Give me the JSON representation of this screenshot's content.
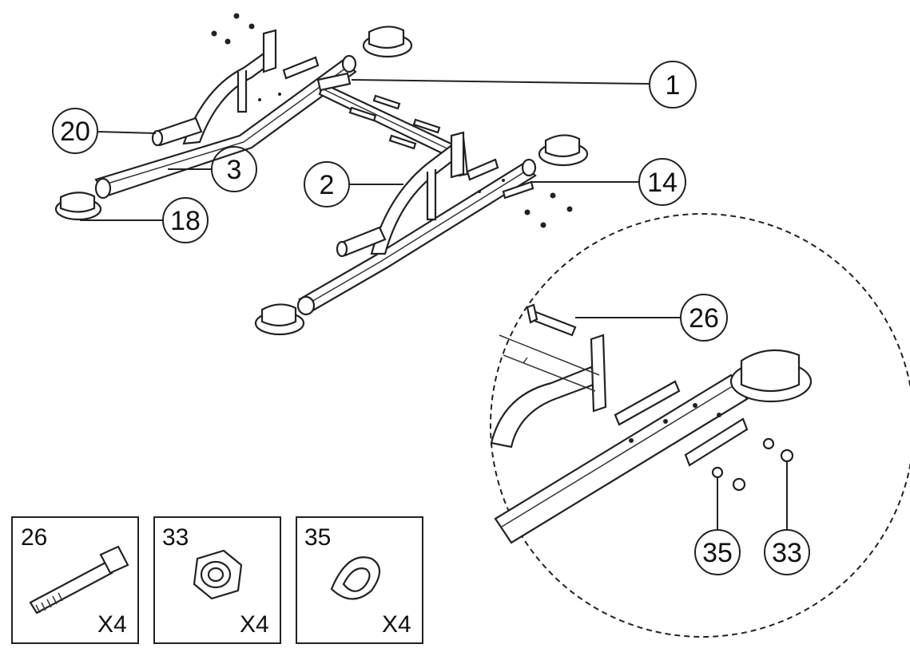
{
  "callouts": {
    "c1": "1",
    "c2": "2",
    "c3": "3",
    "c14": "14",
    "c18": "18",
    "c20": "20",
    "c26": "26",
    "c33": "33",
    "c35": "35"
  },
  "hardware": [
    {
      "part": "26",
      "qty": "X4",
      "icon": "bolt-icon"
    },
    {
      "part": "33",
      "qty": "X4",
      "icon": "nut-icon"
    },
    {
      "part": "35",
      "qty": "X4",
      "icon": "washer-icon"
    }
  ]
}
